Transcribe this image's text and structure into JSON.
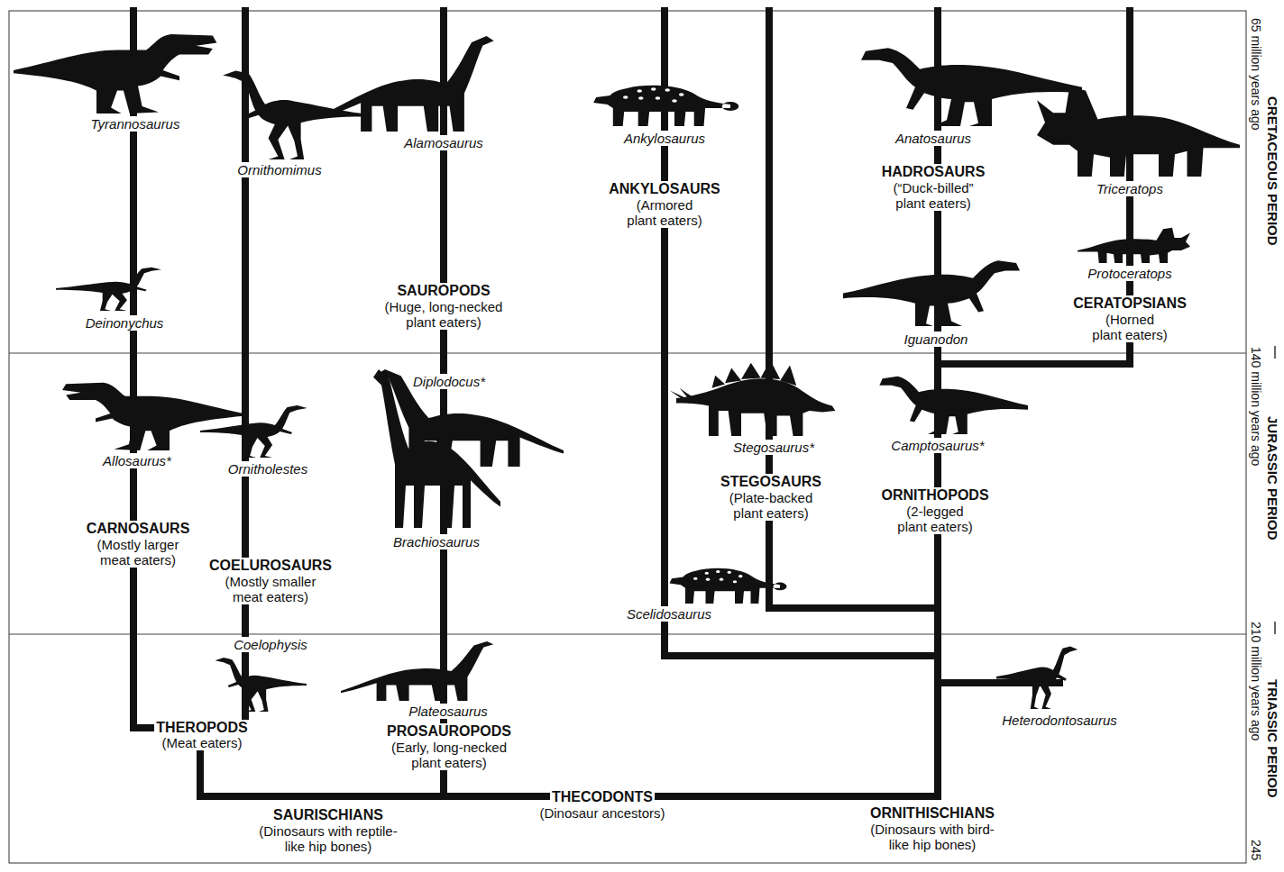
{
  "diagram": {
    "labels": [
      "Tyrannosaurus",
      "Ornithomimus",
      "Alamosaurus",
      "Ankylosaurus",
      "ANKYLOSAURS",
      "(Armored plant eaters)",
      "Anatosaurus",
      "HADROSAURS",
      "(“Duck-billed” plant eaters)",
      "Triceratops",
      "Deinonychus",
      "SAUROPODS",
      "(Huge, long-necked plant eaters)",
      "Protoceratops",
      "CERATOPSIANS",
      "(Horned plant eaters)",
      "Iguanodon",
      "Diplodocus*",
      "Allosaurus*",
      "Ornitholestes",
      "Stegosaurus*",
      "Camptosaurus*",
      "STEGOSAURS",
      "(Plate-backed plant eaters)",
      "ORNITHOPODS",
      "(2-legged plant eaters)",
      "Brachiosaurus",
      "CARNOSAURS",
      "(Mostly larger meat eaters)",
      "COELUROSAURS",
      "(Mostly smaller meat eaters)",
      "Scelidosaurus",
      "Coelophysis",
      "Plateosaurus",
      "Heterodontosaurus",
      "THEROPODS",
      "(Meat eaters)",
      "PROSAUROPODS",
      "(Early, long-necked plant eaters)",
      "THECODONTS",
      "(Dinosaur ancestors)",
      "SAURISCHIANS",
      "(Dinosaurs with reptile-like hip bones)",
      "ORNITHISCHIANS",
      "(Dinosaurs with bird-like hip bones)",
      "CRETACEOUS PERIOD",
      "65 million years ago",
      "JURASSIC PERIOD",
      "140 million years ago",
      "TRIASSIC PERIOD",
      "210 million years ago",
      "245"
    ]
  }
}
